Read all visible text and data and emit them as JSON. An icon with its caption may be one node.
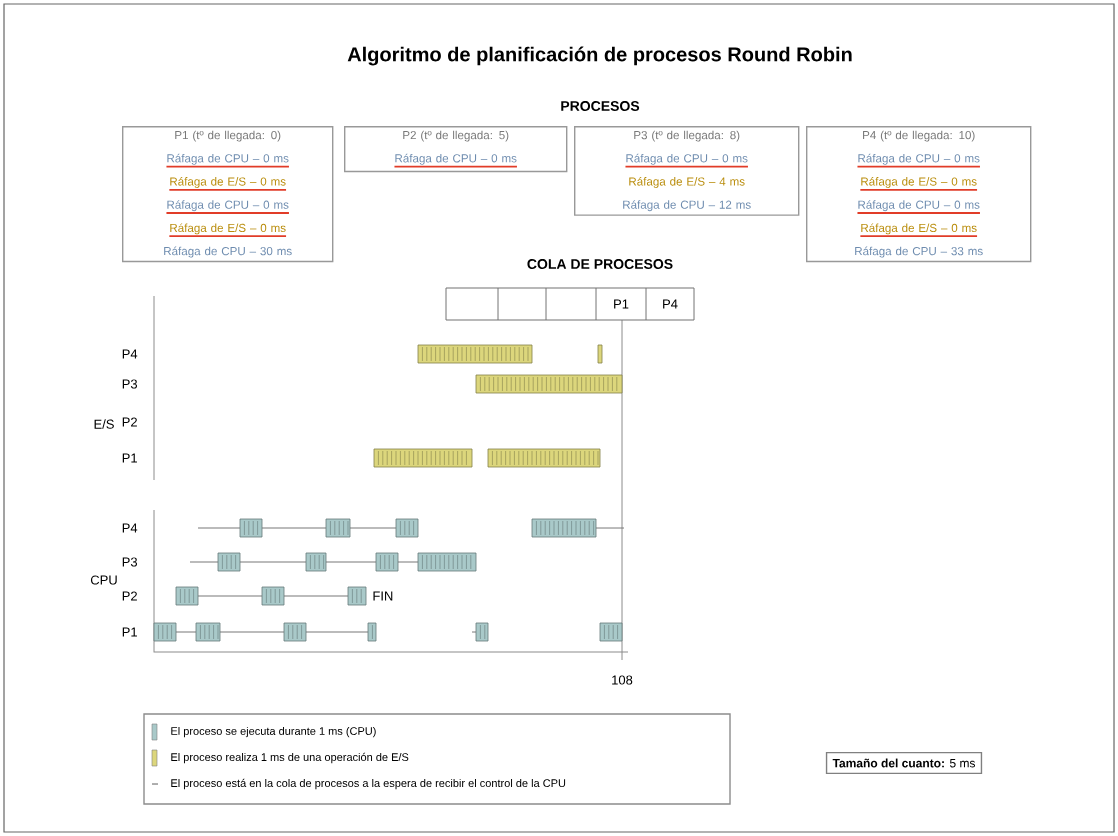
{
  "diagram": {
    "title": "Algoritmo de planificación de procesos Round Robin",
    "nodes": [
      {
        "text": [
          "P1 (tº de llegada: 0)",
          "Ráfaga de CPU – 0 ms",
          "Ráfaga de E/S – 0 ms",
          "Ráfaga de CPU – 0 ms",
          "Ráfaga de E/S – 0 ms",
          "Ráfaga de CPU – 30 ms"
        ]
      },
      {
        "text": [
          "P2 (tº de llegada: 5)",
          "Ráfaga de CPU – 0 ms"
        ]
      },
      {
        "text": [
          "P3 (tº de llegada: 8)",
          "Ráfaga de CPU – 0 ms",
          "Ráfaga de E/S – 4 ms",
          "Ráfaga de CPU – 12 ms"
        ]
      },
      {
        "text": [
          "P4 (tº de llegada: 10)",
          "Ráfaga de CPU – 0 ms",
          "Ráfaga de E/S – 0 ms",
          "Ráfaga de CPU – 0 ms",
          "Ráfaga de E/S – 0 ms",
          "Ráfaga de CPU – 33 ms"
        ]
      },
      {
        "text": [
          "**Tamaño del cuanto:** 5 ms"
        ]
      }
    ],
    "labels": [
      "PROCESOS",
      "COLA DE PROCESOS",
      "P1",
      "P4",
      "P4",
      "P3",
      "P2",
      "P1",
      "E/S",
      "P4",
      "P3",
      "P2",
      "P1",
      "CPU",
      "FIN",
      "108"
    ],
    "legend": [
      {
        "text": "El proceso se ejecuta durante 1 ms (CPU)",
        "color": "#a9c9c9"
      },
      {
        "text": "El proceso realiza 1 ms de una operación de E/S",
        "color": "#dcd67c"
      },
      {
        "text": "El proceso está en la cola de procesos a la espera de recibir el control de la CPU"
      }
    ]
  }
}
